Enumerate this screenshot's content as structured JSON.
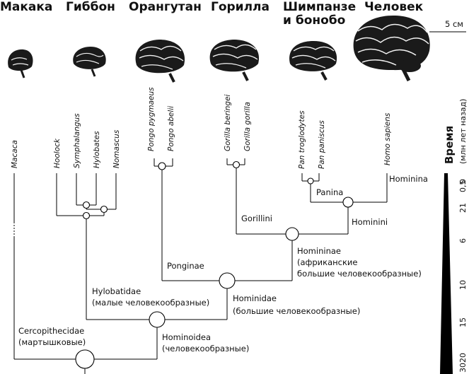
{
  "groups": [
    "Макака",
    "Гиббон",
    "Орангутан",
    "Горилла",
    "Шимпанзе",
    "и бонобо",
    "Человек"
  ],
  "scale_label": "5 см",
  "species": [
    "Macaca",
    "Hoolock",
    "Symphalangus",
    "Hylobates",
    "Nomascus",
    "Pongo pygmaeus",
    "Pongo abelii",
    "Gorilla beringei",
    "Gorilla gorilla",
    "Pan troglodytes",
    "Pan paniscus",
    "Homo sapiens"
  ],
  "clades": {
    "homininae_tribe": "Hominina",
    "panina": "Panina",
    "gorillini": "Gorillini",
    "hominini": "Hominini",
    "homininae": "Homininae",
    "homininae_desc1": "(африканские",
    "homininae_desc2": "большие человекообразные)",
    "ponginae": "Ponginae",
    "hylobatidae": "Hylobatidae",
    "hylobatidae_desc": "(малые человекообразные)",
    "hominidae": "Hominidae",
    "hominidae_desc": "(большие человекообразные)",
    "cercopithecidae": "Cercopithecidae",
    "cercopithecidae_desc": "(мартышковые)",
    "hominoidea": "Hominoidea",
    "hominoidea_desc": "(человекообразные)"
  },
  "time_axis": {
    "title": "Время",
    "subtitle": "(млн лет назад)",
    "ticks": [
      "0",
      "0,5",
      "1",
      "2",
      "6",
      "10",
      "15",
      "20",
      "30"
    ]
  }
}
